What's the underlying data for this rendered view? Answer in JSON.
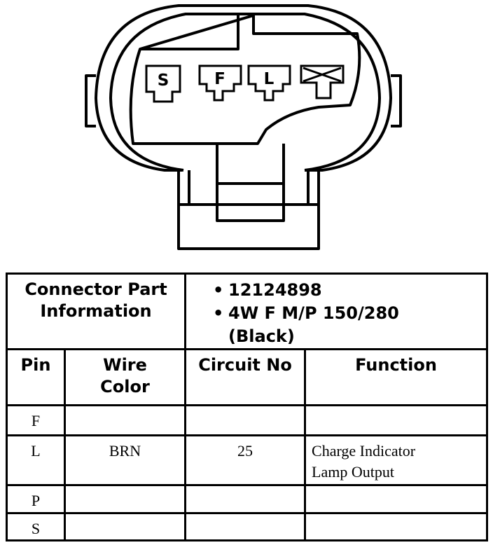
{
  "connector": {
    "cavities": [
      {
        "label": "S",
        "blocked": false
      },
      {
        "label": "F",
        "blocked": false
      },
      {
        "label": "L",
        "blocked": false
      },
      {
        "label": "",
        "blocked": true
      }
    ]
  },
  "info": {
    "heading_line1": "Connector Part",
    "heading_line2": "Information",
    "part_number": "12124898",
    "part_desc_line1": "4W F M/P 150/280",
    "part_desc_line2": "(Black)"
  },
  "columns": {
    "pin": "Pin",
    "wire_color_line1": "Wire",
    "wire_color_line2": "Color",
    "circuit_no": "Circuit No",
    "function": "Function"
  },
  "rows": [
    {
      "pin": "F",
      "wire_color": "",
      "circuit": "",
      "function_line1": "",
      "function_line2": ""
    },
    {
      "pin": "L",
      "wire_color": "BRN",
      "circuit": "25",
      "function_line1": "Charge Indicator",
      "function_line2": "Lamp Output"
    },
    {
      "pin": "P",
      "wire_color": "",
      "circuit": "",
      "function_line1": "",
      "function_line2": ""
    },
    {
      "pin": "S",
      "wire_color": "",
      "circuit": "",
      "function_line1": "",
      "function_line2": ""
    }
  ]
}
